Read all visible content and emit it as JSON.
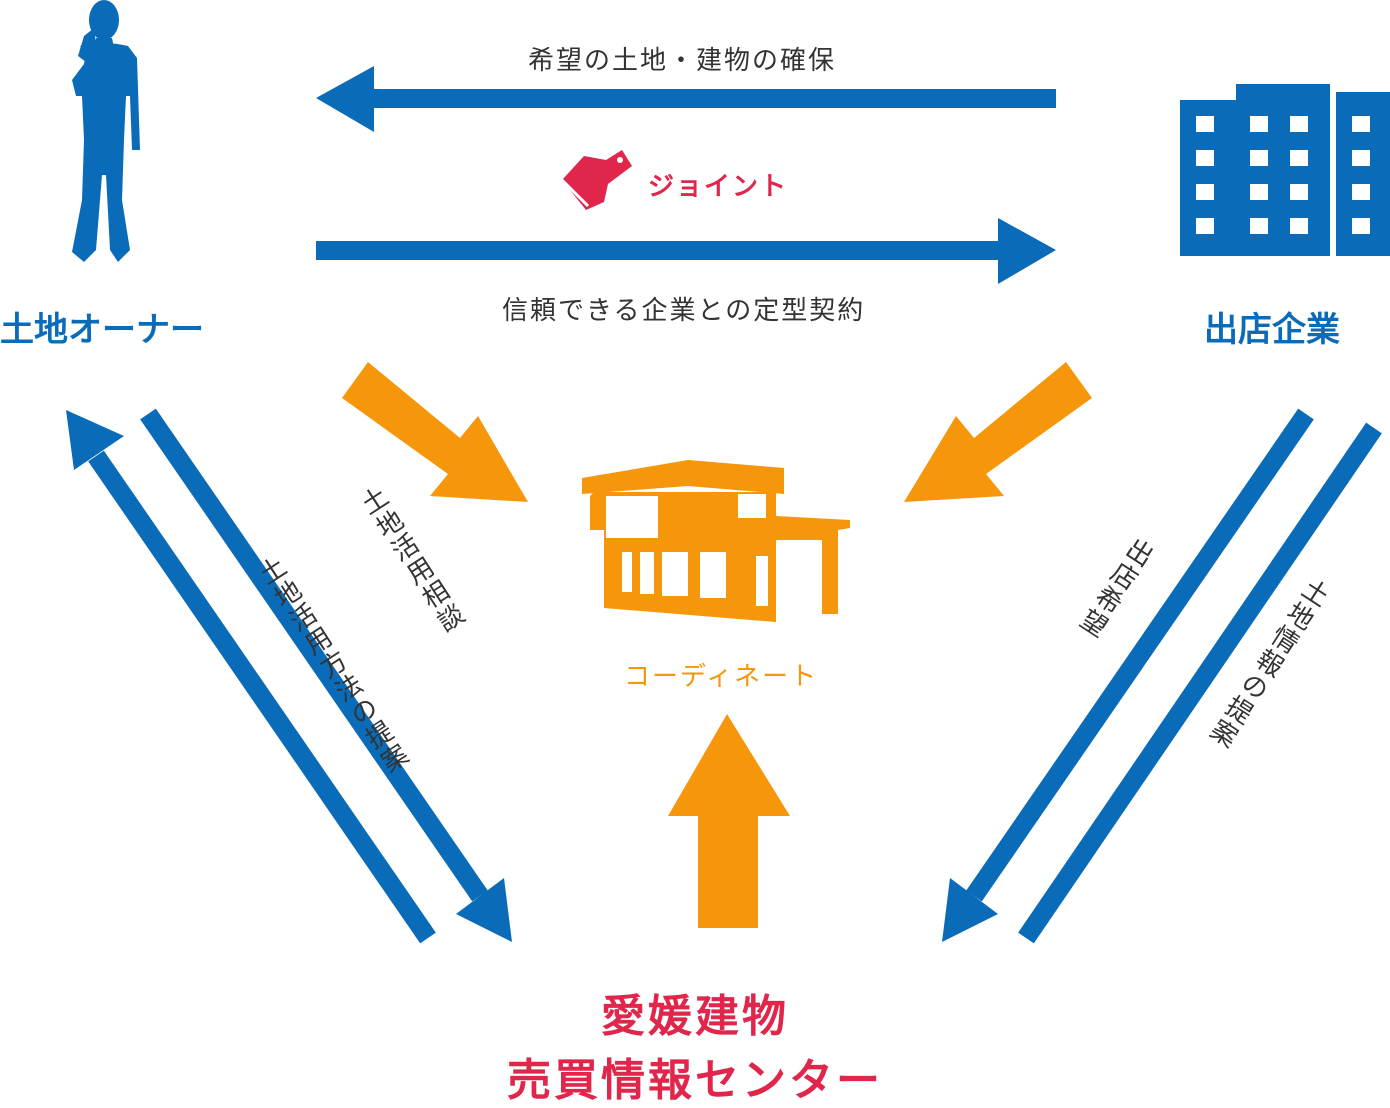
{
  "colors": {
    "blue": "#0a6cb8",
    "orange": "#f5960b",
    "red": "#e0264b",
    "text": "#333333"
  },
  "nodes": {
    "land_owner": {
      "label": "土地オーナー",
      "icon": "businessman-silhouette-icon"
    },
    "store_company": {
      "label": "出店企業",
      "icon": "office-building-icon"
    },
    "coordinate": {
      "label": "コーディネート",
      "icon": "house-icon"
    },
    "center": {
      "line1": "愛媛建物",
      "line2": "売買情報センター"
    }
  },
  "flows": {
    "top_left": "希望の土地・建物の確保",
    "top_right": "信頼できる企業との定型契約",
    "joint": {
      "label": "ジョイント",
      "icon": "handshake-icon"
    },
    "left_outer": "土地活用方法の提案",
    "left_inner": "土地活用相談",
    "right_inner": "出店希望",
    "right_outer": "土地情報の提案"
  }
}
